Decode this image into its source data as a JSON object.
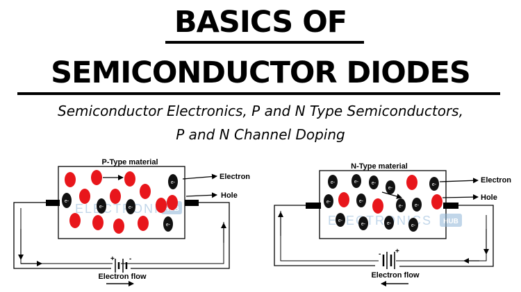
{
  "title_line1": "BASICS OF",
  "title_line2": "SEMICONDUCTOR DIODES",
  "subtitle_line1": "Semiconductor Electronics, P and N Type Semiconductors,",
  "subtitle_line2": "P and N Channel Doping",
  "p_diagram": {
    "heading": "P-Type material",
    "legend_electron": "Electron",
    "legend_hole": "Hole",
    "battery_minus": "-",
    "battery_plus": "+",
    "flow_label": "Electron flow",
    "electron_text": "e-",
    "watermark_text": "ELECTRONICS",
    "watermark_badge": "HUB"
  },
  "n_diagram": {
    "heading": "N-Type material",
    "legend_electron": "Electron",
    "legend_hole": "Hole",
    "battery_minus": "-",
    "battery_plus": "+",
    "flow_label": "Electron flow",
    "electron_text": "e-",
    "watermark_text": "ELECTRONICS",
    "watermark_badge": "HUB"
  },
  "colors": {
    "hole": "#e8161b",
    "electron": "#111111",
    "watermark": "#8fb5d8"
  }
}
